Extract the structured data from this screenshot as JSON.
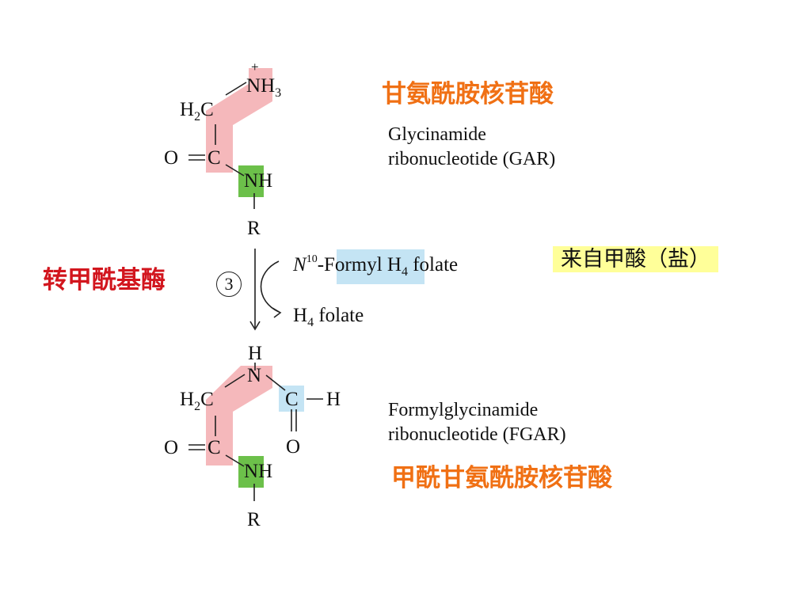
{
  "gar": {
    "title_cn": "甘氨酰胺核苷酸",
    "name_line1": "Glycinamide",
    "name_line2": "ribonucleotide (GAR)"
  },
  "fgar": {
    "title_cn": "甲酰甘氨酰胺核苷酸",
    "name_line1": "Formylglycinamide",
    "name_line2": "ribonucleotide (FGAR)"
  },
  "enzyme": {
    "label_cn": "转甲酰基酶",
    "step": "3"
  },
  "reagents": {
    "donor_prefix": "N",
    "donor_superscript": "10",
    "donor_formyl": "-Formyl",
    "donor_suffix": "H",
    "donor_h_subscript": "4",
    "donor_folate": "folate",
    "product_prefix": "H",
    "product_h_subscript": "4",
    "product_folate": "folate"
  },
  "source_note": "来自甲酸（盐）",
  "atoms": {
    "plus": "+",
    "N": "N",
    "H": "H",
    "H3": "3",
    "H2": "2",
    "C": "C",
    "O": "O",
    "R": "R"
  },
  "colors": {
    "backbone_highlight": "#f5b8bb",
    "amide_nh_highlight": "#6cc04a",
    "formyl_highlight": "#c4e4f4",
    "note_background": "#ffff99",
    "chinese_title": "#f07014",
    "enzyme_label": "#d2161e"
  }
}
